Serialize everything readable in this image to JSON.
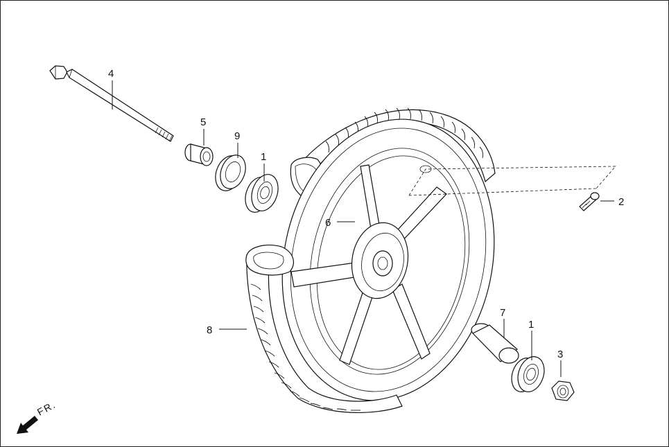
{
  "diagram": {
    "callouts": [
      {
        "id": "label-4",
        "text": "4"
      },
      {
        "id": "label-5",
        "text": "5"
      },
      {
        "id": "label-9",
        "text": "9"
      },
      {
        "id": "label-1-top",
        "text": "1"
      },
      {
        "id": "label-2",
        "text": "2"
      },
      {
        "id": "label-6",
        "text": "6"
      },
      {
        "id": "label-8",
        "text": "8"
      },
      {
        "id": "label-7",
        "text": "7"
      },
      {
        "id": "label-1-bottom",
        "text": "1"
      },
      {
        "id": "label-3",
        "text": "3"
      }
    ],
    "direction_label": "FR."
  }
}
